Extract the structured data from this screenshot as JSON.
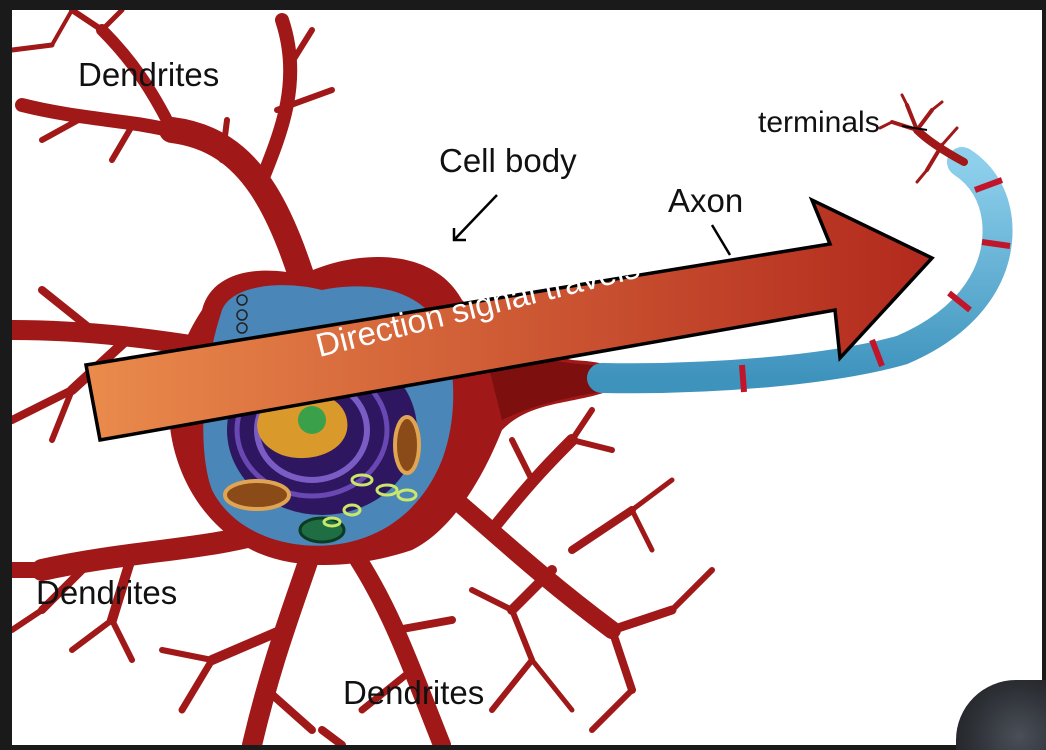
{
  "labels": {
    "dendrites_top": "Dendrites",
    "dendrites_left": "Dendrites",
    "dendrites_bottom": "Dendrites",
    "cell_body": "Cell body",
    "axon": "Axon",
    "terminals": "terminals",
    "direction": "Direction signal travels"
  },
  "colors": {
    "neuron": "#a01818",
    "neuron_dark": "#7d0f0f",
    "cytoplasm": "#4a86b8",
    "nucleus": "#2e1760",
    "nucleolus": "#d99a2b",
    "myelin": "#5fb4d8",
    "arrow_start": "#e8884a",
    "arrow_end": "#b32a1e",
    "arrow_outline": "#000000"
  }
}
